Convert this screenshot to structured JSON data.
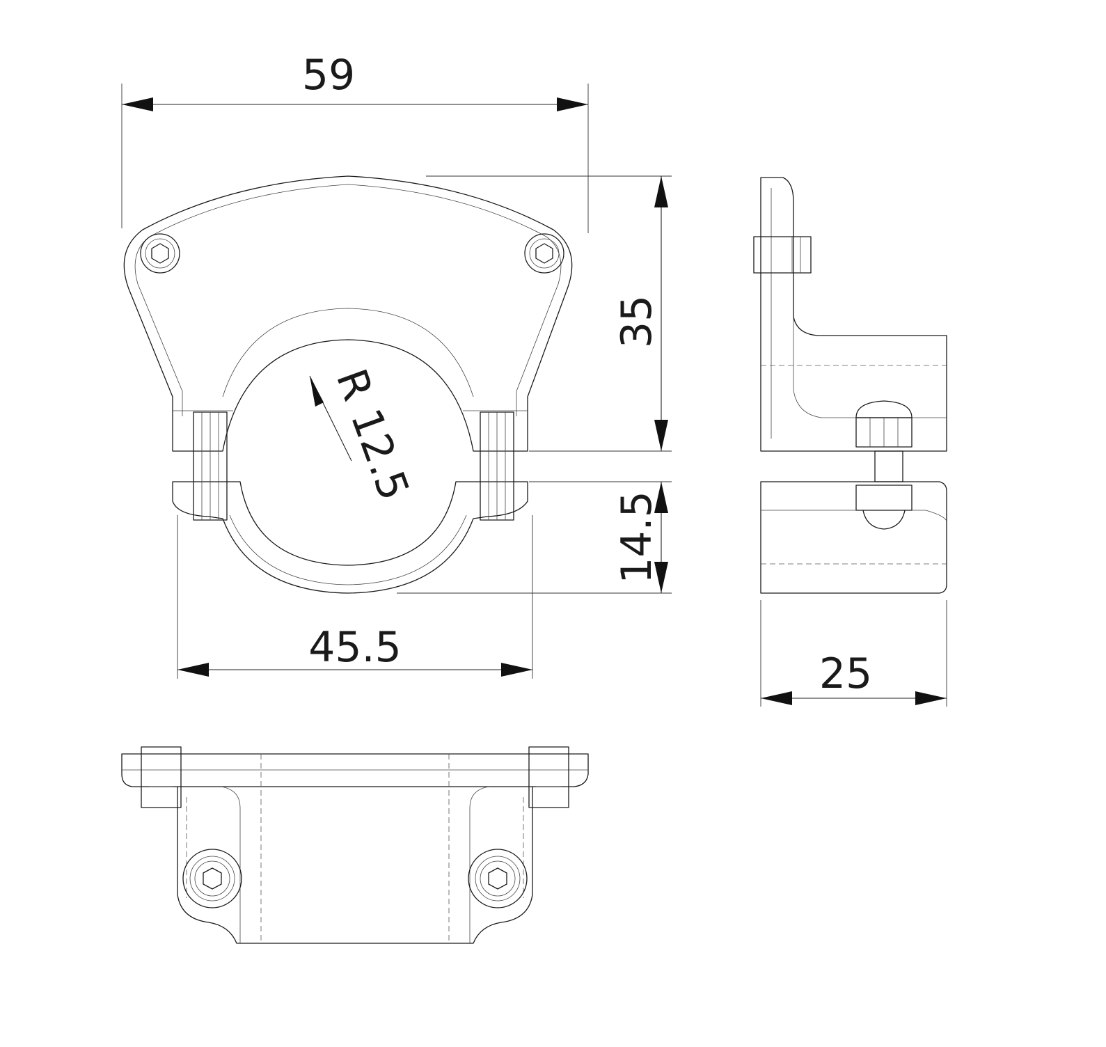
{
  "dimensions": {
    "overall_width": "59",
    "overall_height": "35",
    "radius": "R 12.5",
    "lower_height": "14.5",
    "base_width": "45.5",
    "depth": "25"
  },
  "colors": {
    "line": "#1a1a1a",
    "background": "#ffffff"
  }
}
